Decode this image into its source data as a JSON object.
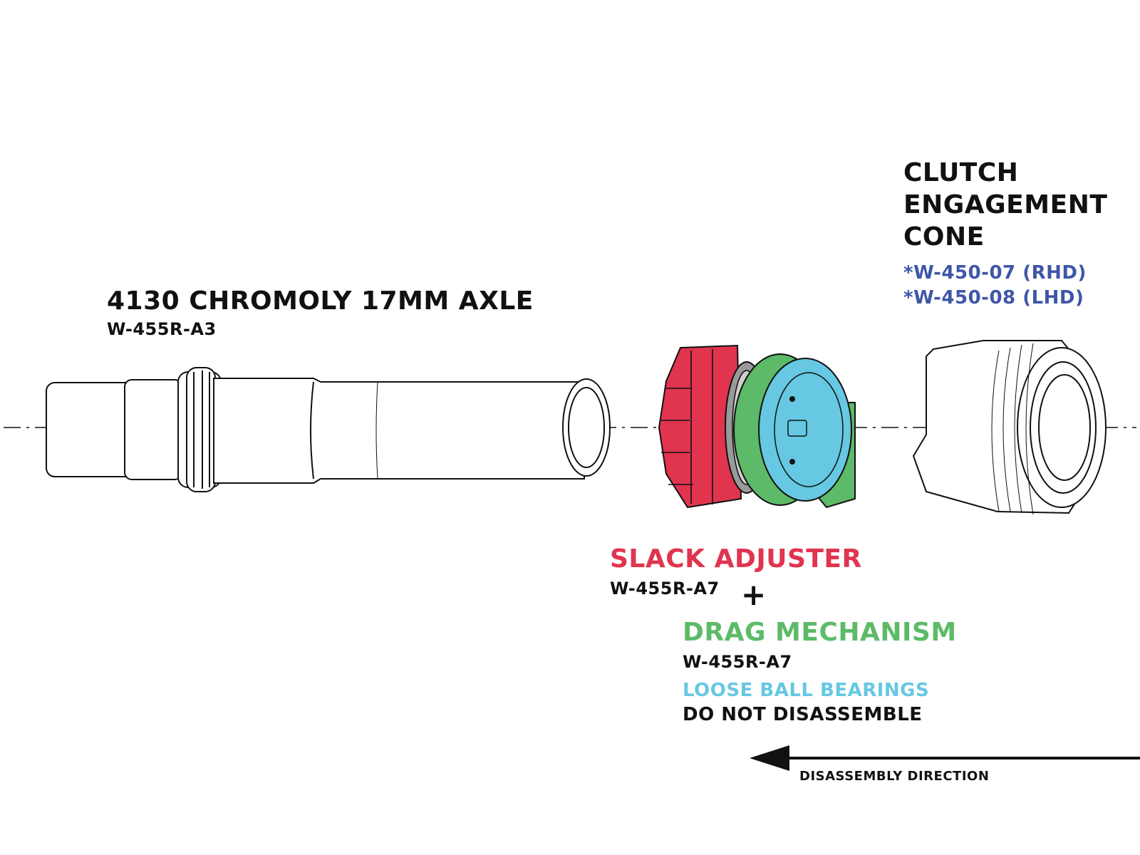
{
  "axle": {
    "title": "4130 CHROMOLY 17MM AXLE",
    "part": "W-455R-A3"
  },
  "cone": {
    "title_lines": [
      "CLUTCH",
      "ENGAGEMENT",
      "CONE"
    ],
    "parts": [
      "*W-450-07 (RHD)",
      "*W-450-08 (LHD)"
    ],
    "color": "#3f56a8"
  },
  "slack": {
    "title": "SLACK ADJUSTER",
    "part": "W-455R-A7",
    "color": "#e0344f"
  },
  "plus": "+",
  "drag": {
    "title": "DRAG MECHANISM",
    "part": "W-455R-A7",
    "color": "#5dba68"
  },
  "bearings": {
    "label": "LOOSE BALL BEARINGS",
    "color": "#66c8e2"
  },
  "warning": "DO NOT DISASSEMBLE",
  "direction": "DISASSEMBLY DIRECTION"
}
